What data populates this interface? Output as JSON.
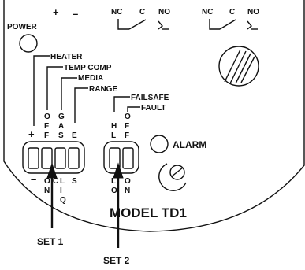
{
  "labels": {
    "power": "POWER",
    "plus": "+",
    "minus": "–",
    "terminal_nc": "NC",
    "terminal_c": "C",
    "terminal_no": "NO",
    "heater": "HEATER",
    "temp_comp": "TEMP COMP",
    "media": "MEDIA",
    "range": "RANGE",
    "failsafe": "FAILSAFE",
    "fault": "FAULT",
    "alarm": "ALARM",
    "model": "MODEL TD1",
    "set1": "SET 1",
    "set2": "SET 2"
  },
  "set1_switches": {
    "top_letters": [
      [
        "+"
      ],
      [
        "O",
        "F",
        "F"
      ],
      [
        "G",
        "A",
        "S"
      ],
      [
        "E"
      ]
    ],
    "bottom_letters": [
      [
        "–"
      ],
      [
        "O",
        "N"
      ],
      [
        "C",
        "L",
        "I",
        "Q"
      ],
      [
        "S"
      ]
    ]
  },
  "set2_switches": {
    "top_letters": [
      [
        "H",
        "L"
      ],
      [
        "O",
        "F",
        "F"
      ]
    ],
    "bottom_letters": [
      [
        "L",
        "O"
      ],
      [
        "O",
        "N"
      ]
    ]
  }
}
